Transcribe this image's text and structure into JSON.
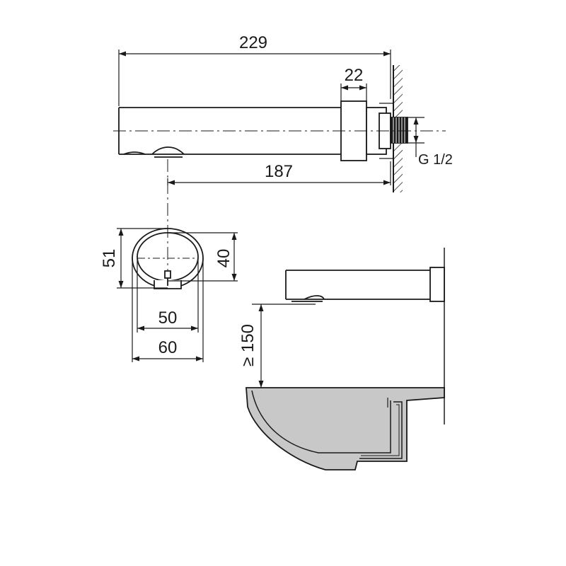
{
  "drawing": {
    "colors": {
      "line": "#1a1a1a",
      "basin_fill": "#c8c8c8",
      "wall": "#555555"
    },
    "dimensions": {
      "overall_length": "229",
      "flange_width": "22",
      "spout_reach": "187",
      "thread": "G 1/2",
      "height": "51",
      "inner_height": "40",
      "inner_width": "50",
      "outer_width": "60",
      "min_clearance": "≥ 150"
    }
  }
}
